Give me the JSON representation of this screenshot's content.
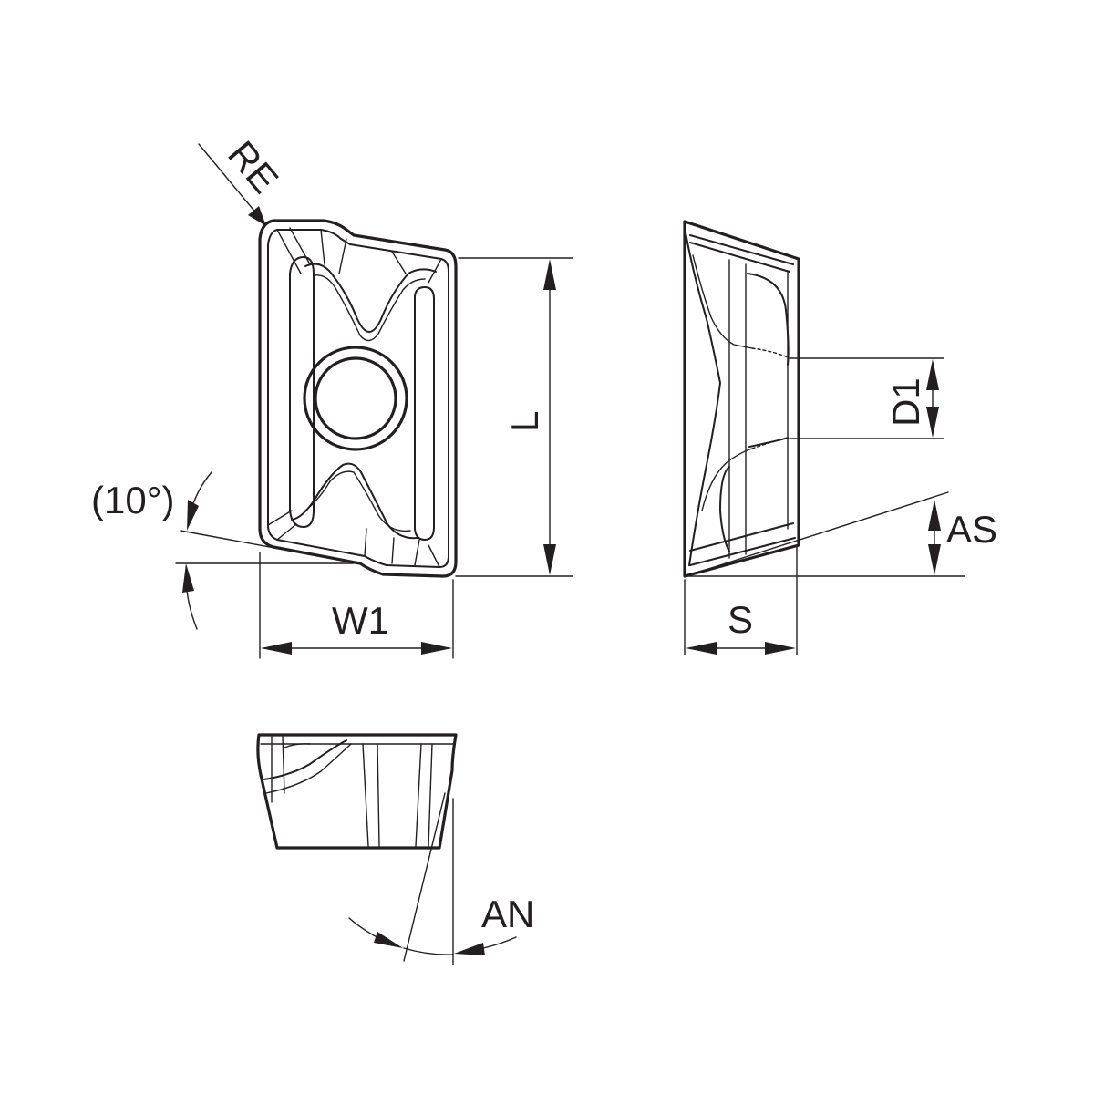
{
  "labels": {
    "re": "RE",
    "l": "L",
    "w1": "W1",
    "angle10": "(10°)",
    "d1": "D1",
    "as": "AS",
    "s": "S",
    "an": "AN"
  },
  "colors": {
    "line": "#231f20",
    "background": "#ffffff"
  }
}
